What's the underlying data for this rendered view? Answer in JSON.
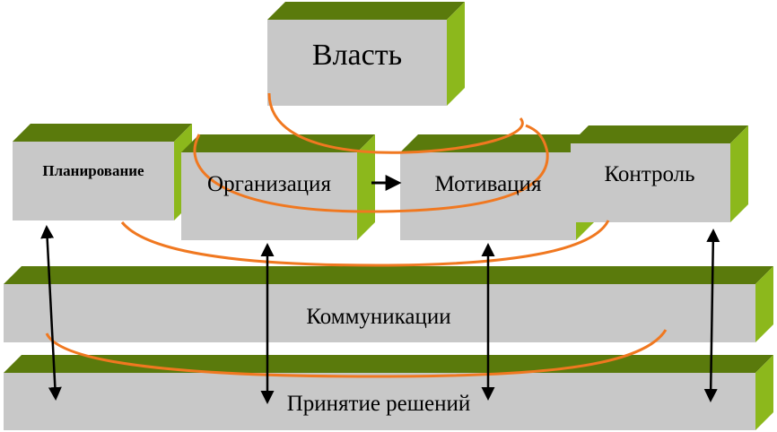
{
  "blocks": {
    "power": "Власть",
    "planning": "Планирование",
    "organization": "Организация",
    "motivation": "Мотивация",
    "control": "Контроль",
    "communications": "Коммуникации",
    "decisions": "Принятие решений"
  },
  "colors": {
    "face": "#c8c8c8",
    "top": "#5a7a0c",
    "side": "#8cb81c",
    "arc": "#f07820",
    "arrow": "#000000"
  }
}
